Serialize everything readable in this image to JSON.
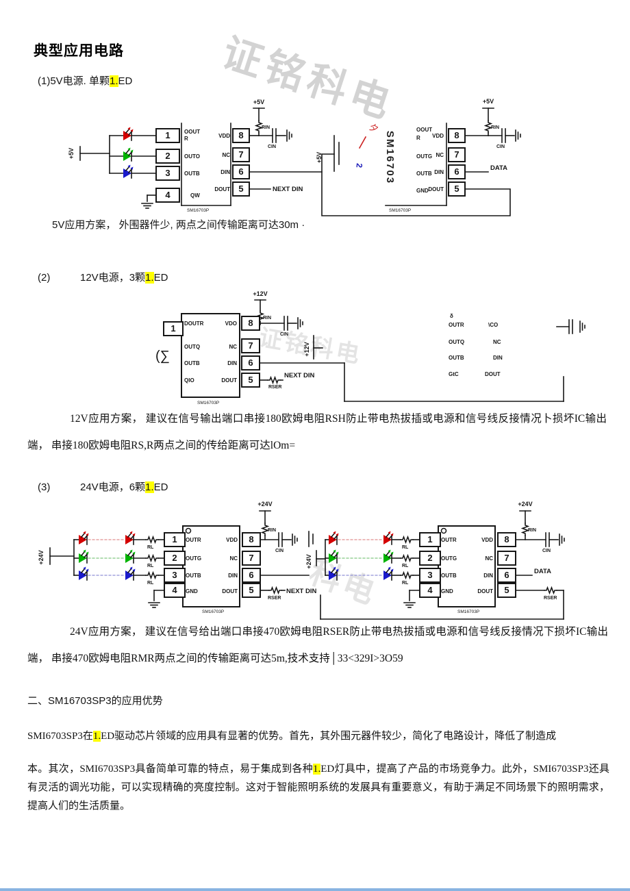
{
  "page": {
    "title": "典型应用电路",
    "watermark_main": "证铭科电",
    "watermark_mid": "证铭科电",
    "watermark_bottom": "科电",
    "accent_bar_color": "#89b4e1",
    "highlight_color": "#ffff00"
  },
  "s1": {
    "heading_pre": "(1)5V电源. 单颗",
    "heading_hl": "1.",
    "heading_post": "ED",
    "caption": "5V应用方案， 外围器件少, 两点之间传输距离可达30m ·"
  },
  "s2": {
    "num": "(2)",
    "heading_pre": "12V电源，3颗",
    "heading_hl": "1.",
    "heading_post": "ED",
    "caption": "12V应用方案， 建议在信号输出端口串接180欧姆电阻RSH防止带电热拔插或电源和信号线反接情况卜损坏IC输出端， 串接180欧姆电阻RS,R两点之间的传给距离可达lOm="
  },
  "s3": {
    "num": "(3)",
    "heading_pre": "24V电源，6颗",
    "heading_hl": "1.",
    "heading_post": "ED",
    "caption": "24V应用方案， 建议在信号给出端口串接470欧姆电阻RSER防止带电热拔插或电源和信号线反接情况下损坏IC输出端， 串接470欧姆电阻RMR两点之间的传输距离可达5m,技术支持│33<329I>3O59"
  },
  "adv": {
    "heading": "二、SM16703SP3的应用优势",
    "p1_pre": "SMI6703SP3在",
    "p1_hl": "1.",
    "p1_post": "ED驱动芯片领域的应用具有显著的优势。首先，其外围元器件较少，简化了电路设计，降低了制造成",
    "p2_pre": "本。其次，SMI6703SP3具备简单可靠的特点，易于集成到各种",
    "p2_hl": "1.",
    "p2_post": "ED灯具中，提高了产品的市场竞争力。此外，SMI6703SP3还具有灵活的调光功能，可以实现精确的亮度控制。这对于智能照明系统的发展具有重要意义，有助于满足不同场景下的照明需求，提高人们的生活质量。"
  },
  "c1": {
    "supply": "+5V",
    "chip": "SM16703P",
    "rotated": "SM16703",
    "n1": "1",
    "n2": "2",
    "n3": "3",
    "n4": "4",
    "n5": "5",
    "n6": "6",
    "n7": "7",
    "n8": "8",
    "oout": "OOUT",
    "r": "R",
    "outo": "OUTO",
    "outb": "OUTB",
    "qw": "QW",
    "vdd": "VDD",
    "nc": "NC",
    "din": "DIN",
    "dout": "DOUT",
    "outg": "OUTG",
    "gnd": "GND",
    "rin": "RIN",
    "cin": "CIN",
    "next_din": "NEXT DIN",
    "data": "DATA",
    "glyph1": "夕",
    "glyph2": "2"
  },
  "c2": {
    "supply": "+12V",
    "chip": "SM16703P",
    "n1": "1",
    "n5": "5",
    "n6": "6",
    "n7": "7",
    "n8": "8",
    "doutr": "DOUTR",
    "vdo": "VDO",
    "outq": "OUTQ",
    "nc": "NC",
    "outb": "OUTB",
    "din": "DIN",
    "qio": "QIO",
    "dout": "DOUT",
    "rin": "RIN",
    "cin": "CIN",
    "rser": "RSER",
    "next_din": "NEXT DIN",
    "delta": "δ",
    "outr": "OUTR",
    "co": "\\CO",
    "gtc": "GtC",
    "led_glyph": "(∑"
  },
  "c3": {
    "supply": "+24V",
    "chip": "SM16703P",
    "n1": "1",
    "n2": "2",
    "n3": "3",
    "n4": "4",
    "n5": "5",
    "n6": "6",
    "n7": "7",
    "n8": "8",
    "outr": "OUTR",
    "outg": "OUTG",
    "outb": "OUTB",
    "gnd": "GND",
    "vdd": "VDD",
    "nc": "NC",
    "din": "DIN",
    "dout": "DOUT",
    "rl": "RL",
    "rin": "RIN",
    "cin": "CIN",
    "rser": "RSER",
    "next_din": "NEXT DIN",
    "data": "DATA"
  }
}
